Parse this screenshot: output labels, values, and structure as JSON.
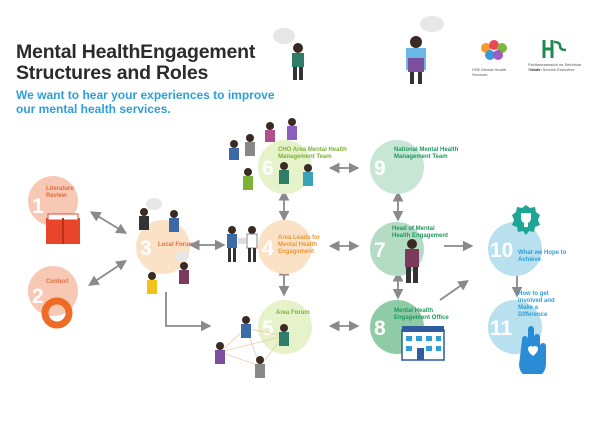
{
  "header": {
    "title": "Mental HealthEngagement Structures and Roles",
    "subtitle": "We want to hear your experiences to improve our mental health services."
  },
  "logos": {
    "mental_health_services": "HSE Mental Health Services",
    "hse_irish": "Feidhmeannacht na Seirbhíse Sláinte",
    "hse_english": "Health Service Executive"
  },
  "nodes": [
    {
      "number": "1",
      "label": "Literature Review",
      "color": "#f7c8b4"
    },
    {
      "number": "2",
      "label": "Context",
      "color": "#f7c8b4"
    },
    {
      "number": "3",
      "label": "Local Forum",
      "color": "#fbe1c6"
    },
    {
      "number": "4",
      "label": "Area Leads for Mental Health Engagement",
      "color": "#fbe1c6"
    },
    {
      "number": "5",
      "label": "Area Forum",
      "color": "#e6f2c9"
    },
    {
      "number": "6",
      "label": "CHO Area Mental Health Management Team",
      "color": "#e6f2c9"
    },
    {
      "number": "7",
      "label": "Head of Mental Health Engagement",
      "color": "#b4dcc4"
    },
    {
      "number": "8",
      "label": "Mental Health Engagement Office",
      "color": "#8fcba5"
    },
    {
      "number": "9",
      "label": "National Mental Health Management Team",
      "color": "#c8e6d6"
    },
    {
      "number": "10",
      "label": "What we Hope to Achieve",
      "color": "#b8e0ef"
    },
    {
      "number": "11",
      "label": "How to get Involved and Make a Difference",
      "color": "#b8e0ef"
    }
  ],
  "colors": {
    "title": "#2b2b2b",
    "subtitle": "#2e9fd8",
    "arrow": "#8a8a8a",
    "orange_label": "#e56b3c",
    "green_label": "#7cb236",
    "teal_label": "#1f9a5e",
    "blue_label": "#2e9fd8",
    "book_red": "#e8452b",
    "ring_orange": "#ef6c27",
    "trophy_teal": "#1ea594",
    "hand_blue": "#2b8cd6"
  }
}
